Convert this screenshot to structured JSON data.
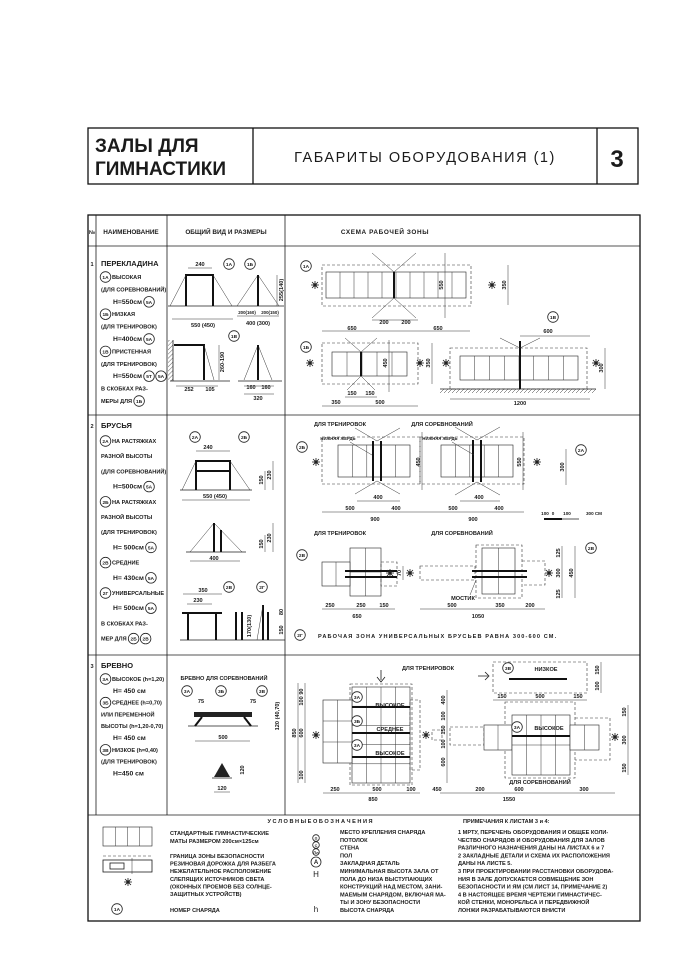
{
  "header": {
    "section_line1": "ЗАЛЫ ДЛЯ",
    "section_line2": "ГИМНАСТИКИ",
    "title": "ГАБАРИТЫ ОБОРУДОВАНИЯ (1)",
    "sheet_number": "3"
  },
  "table": {
    "headers": {
      "num": "№",
      "name": "НАИМЕНОВАНИЕ",
      "view": "ОБЩИЙ ВИД И РАЗМЕРЫ",
      "scheme": "СХЕМА РАБОЧЕЙ ЗОНЫ"
    },
    "rows": [
      {
        "num": "1",
        "title": "ПЕРЕКЛАДИНА",
        "lines": [
          {
            "mark": "1А",
            "text": "ВЫСОКАЯ"
          },
          {
            "text": "(ДЛЯ СОРЕВНОВАНИЙ)"
          },
          {
            "text": "H=550см",
            "refs": [
              "5А"
            ]
          },
          {
            "mark": "1Б",
            "text": "НИЗКАЯ"
          },
          {
            "text": "(ДЛЯ ТРЕНИРОВОК)"
          },
          {
            "text": "H=400см",
            "refs": [
              "5А"
            ]
          },
          {
            "mark": "1В",
            "text": "ПРИСТЕННАЯ"
          },
          {
            "text": "(ДЛЯ ТРЕНИРОВОК)"
          },
          {
            "text": "H=550см",
            "refs": [
              "5Т",
              "5А"
            ]
          },
          {
            "text": "В СКОБКАХ РАЗ-"
          },
          {
            "text": "МЕРЫ ДЛЯ",
            "refs": [
              "1Б"
            ]
          }
        ],
        "view": {
          "marks": [
            "1А",
            "1Б",
            "1В"
          ],
          "dims": [
            "240",
            "255(140)",
            "550 (450)",
            "200(160)",
            "200(150)",
            "400 (300)",
            "260-190",
            "252",
            "105",
            "160",
            "160",
            "320"
          ]
        },
        "scheme": {
          "marks": [
            "1А",
            "1Б",
            "1В"
          ],
          "dims": [
            "550",
            "350",
            "200",
            "200",
            "650",
            "650",
            "450",
            "350",
            "150",
            "150",
            "350",
            "500",
            "600",
            "300",
            "1200"
          ]
        }
      },
      {
        "num": "2",
        "title": "БРУСЬЯ",
        "lines": [
          {
            "mark": "2А",
            "text": "НА РАСТЯЖКАХ"
          },
          {
            "text": "РАЗНОЙ ВЫСОТЫ"
          },
          {
            "text": "(ДЛЯ СОРЕВНОВАНИЙ)"
          },
          {
            "text": "H=500см",
            "refs": [
              "5А"
            ]
          },
          {
            "mark": "2Б",
            "text": "НА РАСТЯЖКАХ"
          },
          {
            "text": "РАЗНОЙ ВЫСОТЫ"
          },
          {
            "text": "(ДЛЯ ТРЕНИРОВОК)"
          },
          {
            "text": "H= 500см",
            "refs": [
              "5А"
            ]
          },
          {
            "mark": "2В",
            "text": "СРЕДНИЕ"
          },
          {
            "text": "H= 430см",
            "refs": [
              "5А"
            ]
          },
          {
            "mark": "2Г",
            "text": "УНИВЕРСАЛЬНЫЕ"
          },
          {
            "text": "H= 500см",
            "refs": [
              "5А"
            ]
          },
          {
            "text": "В СКОБКАХ РАЗ-"
          },
          {
            "text": "МЕР ДЛЯ",
            "refs": [
              "2Б",
              "2В"
            ]
          }
        ],
        "view": {
          "marks": [
            "2А",
            "2Б",
            "2В",
            "2Г"
          ],
          "dims": [
            "240",
            "150",
            "230",
            "550 (450)",
            "150",
            "230",
            "400",
            "350",
            "230",
            "170(130)",
            "150",
            "80"
          ]
        },
        "scheme": {
          "labels": [
            "ДЛЯ ТРЕНИРОВОК",
            "ДЛЯ СОРЕВНОВАНИЙ",
            "НИЖНЯЯ ЖЕРДЬ",
            "НИЖНЯЯ ЖЕРДЬ",
            "ДЛЯ ТРЕНИРОВОК",
            "ДЛЯ СОРЕВНОВАНИЙ",
            "МОСТИК"
          ],
          "marks": [
            "2Б",
            "2А",
            "2В",
            "2В",
            "2Г"
          ],
          "dims": [
            "450",
            "550",
            "300",
            "400",
            "500",
            "400",
            "900",
            "400",
            "500",
            "400",
            "900",
            "70",
            "125",
            "300",
            "125",
            "450",
            "250",
            "250",
            "150",
            "650",
            "500",
            "350",
            "200",
            "1050"
          ],
          "scale": [
            "100",
            "0",
            "100",
            "300 СМ"
          ],
          "note": "РАБОЧАЯ ЗОНА УНИВЕРСАЛЬНЫХ БРУСЬЕВ РАВНА 300-600 СМ."
        }
      },
      {
        "num": "3",
        "title": "БРЕВНО",
        "lines": [
          {
            "mark": "3А",
            "text": "ВЫСОКОЕ (h=1,20)"
          },
          {
            "text": "H= 450 см"
          },
          {
            "mark": "3Б",
            "text": "СРЕДНЕЕ (h=0,70)"
          },
          {
            "text": "ИЛИ ПЕРЕМЕННОЙ"
          },
          {
            "text": "ВЫСОТЫ (h=1,20-0,70)"
          },
          {
            "text": "H= 450 см"
          },
          {
            "mark": "3В",
            "text": "НИЗКОЕ (h=0,40)"
          },
          {
            "text": "(ДЛЯ ТРЕНИРОВОК)"
          },
          {
            "text": "H=450 см"
          }
        ],
        "view": {
          "caption": "БРЕВНО ДЛЯ СОРЕВНОВАНИЙ",
          "marks": [
            "3А",
            "3Б",
            "3В"
          ],
          "dims": [
            "75",
            "75",
            "120 (40,70)",
            "500",
            "120",
            "120"
          ]
        },
        "scheme": {
          "labels": [
            "ДЛЯ ТРЕНИРОВОК",
            "ДЛЯ СОРЕВНОВАНИЙ",
            "НИЗКОЕ",
            "ВЫСОКОЕ",
            "СРЕДНЕЕ",
            "ВЫСОКОЕ",
            "ВЫСОКОЕ"
          ],
          "marks": [
            "3В",
            "3А",
            "3Б",
            "3А",
            "3А"
          ],
          "dims": [
            "150",
            "100",
            "150",
            "500",
            "150",
            "850",
            "100 90",
            "600",
            "100",
            "400",
            "100",
            "150",
            "100",
            "600",
            "150",
            "300",
            "150",
            "250",
            "500",
            "100",
            "850",
            "450",
            "200",
            "600",
            "300",
            "1550"
          ]
        }
      }
    ]
  },
  "legend": {
    "title": "У С Л О В Н Ы Е     О Б О З Н А Ч Е Н И Я",
    "left": {
      "mats": [
        "СТАНДАРТНЫЕ ГИМНАСТИЧЕСКИЕ",
        "МАТЫ РАЗМЕРОМ 200см×125см"
      ],
      "zones": [
        "ГРАНИЦА ЗОНЫ БЕЗОПАСНОСТИ",
        "РЕЗИНОВАЯ ДОРОЖКА ДЛЯ РАЗБЕГА",
        "НЕЖЕЛАТЕЛЬНОЕ РАСПОЛОЖЕНИЕ",
        "СЛЕПЯЩИХ ИСТОЧНИКОВ СВЕТА",
        "(ОКОННЫХ ПРОЕМОВ БЕЗ СОЛНЦЕ-",
        "ЗАЩИТНЫХ УСТРОЙСТВ)"
      ],
      "number_mark": "1А",
      "number": "НОМЕР СНАРЯДА"
    },
    "middle": {
      "symbols": [
        "П",
        "С",
        "Пл",
        "A",
        "H",
        "h"
      ],
      "lines": [
        "МЕСТО КРЕПЛЕНИЯ СНАРЯДА",
        "ПОТОЛОК",
        "СТЕНА",
        "ПОЛ",
        "ЗАКЛАДНАЯ ДЕТАЛЬ",
        "МИНИМАЛЬНАЯ ВЫСОТА ЗАЛА ОТ",
        "ПОЛА ДО НИЗА ВЫСТУПАЮЩИХ",
        "КОНСТРУКЦИЙ НАД МЕСТОМ, ЗАНИ-",
        "МАЕМЫМ СНАРЯДОМ, ВКЛЮЧАЯ МА-",
        "ТЫ И ЗОНУ БЕЗОПАСНОСТИ",
        "ВЫСОТА СНАРЯДА"
      ]
    },
    "notes": {
      "title": "ПРИМЕЧАНИЯ К ЛИСТАМ 3 и 4:",
      "lines": [
        "1 МРТУ, ПЕРЕЧЕНЬ ОБОРУДОВАНИЯ И ОБЩЕЕ КОЛИ-",
        "ЧЕСТВО СНАРЯДОВ И ОБОРУДОВАНИЯ ДЛЯ ЗАЛОВ",
        "РАЗЛИЧНОГО НАЗНАЧЕНИЯ ДАНЫ НА ЛИСТАХ 6 и 7",
        "2 ЗАКЛАДНЫЕ ДЕТАЛИ И СХЕМА ИХ РАСПОЛОЖЕНИЯ",
        "ДАНЫ НА ЛИСТЕ 5.",
        "3 ПРИ ПРОЕКТИРОВАНИИ РАССТАНОВКИ ОБОРУДОВА-",
        "НИЯ В ЗАЛЕ ДОПУСКАЕТСЯ СОВМЕЩЕНИЕ ЗОН",
        "БЕЗОПАСНОСТИ И ЯМ (СМ ЛИСТ 14, ПРИМЕЧАНИЕ 2)",
        "4 В НАСТОЯЩЕЕ ВРЕМЯ ЧЕРТЕЖИ ГИМНАСТИЧЕС-",
        "КОЙ СТЕНКИ, МОНОРЕЛЬСА И ПЕРЕДВИЖНОЙ",
        "ЛОНЖИ РАЗРАБАТЫВАЮТСЯ ВНИСТИ"
      ]
    }
  }
}
